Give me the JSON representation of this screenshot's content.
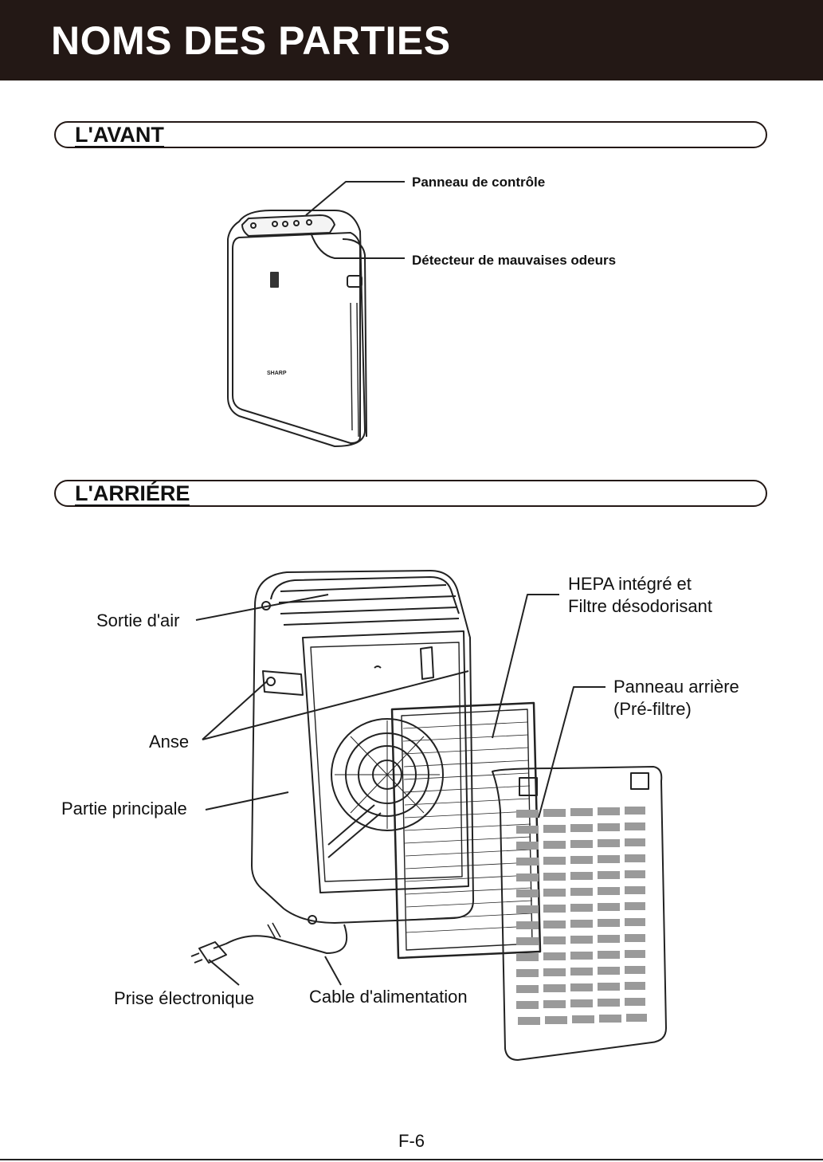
{
  "header": {
    "title": "NOMS DES PARTIES"
  },
  "front": {
    "title": "L'AVANT",
    "labels": {
      "control_panel": "Panneau de contrôle",
      "odor_sensor": "Détecteur de mauvaises odeurs"
    },
    "brand": "SHARP"
  },
  "rear": {
    "title": "L'ARRIÉRE",
    "labels": {
      "air_outlet": "Sortie d'air",
      "handle": "Anse",
      "main_body": "Partie principale",
      "plug": "Prise électronique",
      "power_cord": "Cable d'alimentation",
      "hepa_line1": "HEPA intégré et",
      "hepa_line2": "Filtre désodorisant",
      "back_panel_line1": "Panneau arrière",
      "back_panel_line2": "(Pré-filtre)"
    }
  },
  "footer": {
    "page_number": "F-6"
  },
  "colors": {
    "header_bg": "#231815",
    "ink": "#111111"
  }
}
